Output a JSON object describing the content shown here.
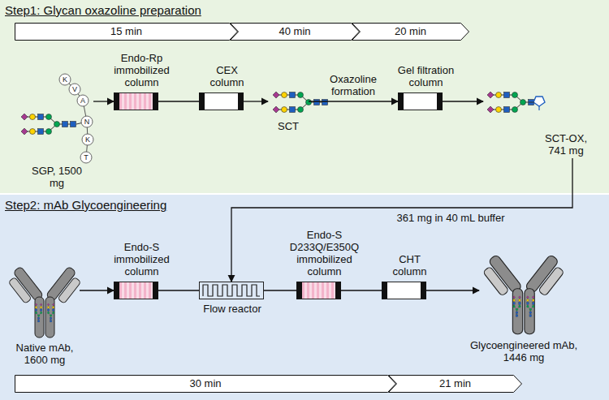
{
  "diagram": {
    "nodes": [
      {
        "text": [
          "Step1: Glycan oxazoline preparation"
        ]
      },
      {
        "text": [
          "15 min"
        ],
        "in": 0
      },
      {
        "text": [
          "40 min"
        ],
        "in": 0
      },
      {
        "text": [
          "20 min"
        ],
        "in": 0
      },
      {
        "text": [
          "SGP, 1500 mg"
        ],
        "in": 0
      },
      {
        "text": [
          "Endo-Rp immobilized column"
        ],
        "in": 0
      },
      {
        "text": [
          "CEX column"
        ],
        "in": 0
      },
      {
        "text": [
          "SCT"
        ],
        "in": 0
      },
      {
        "text": [
          "Gel filtration column"
        ],
        "in": 0
      },
      {
        "text": [
          "SCT-OX, 741 mg"
        ],
        "in": 0
      },
      {
        "text": [
          "Step2: mAb Glycoengineering"
        ]
      },
      {
        "text": [
          "Native mAb, 1600 mg"
        ],
        "in": 10
      },
      {
        "text": [
          "Endo-S immobilized column"
        ],
        "in": 10
      },
      {
        "text": [
          "Flow reactor"
        ],
        "in": 10
      },
      {
        "text": [
          "Endo-S D233Q/E350Q immobilized column"
        ],
        "in": 10
      },
      {
        "text": [
          "CHT column"
        ],
        "in": 10
      },
      {
        "text": [
          "Glycoengineered mAb, 1446 mg"
        ],
        "in": 10
      },
      {
        "text": [
          "30 min"
        ],
        "in": 10
      },
      {
        "text": [
          "21 min"
        ],
        "in": 10
      }
    ],
    "edges": [
      {
        "from": 4,
        "to": 5,
        "arrow": "to"
      },
      {
        "from": 5,
        "to": 6,
        "arrow": "none"
      },
      {
        "from": 6,
        "to": 7,
        "arrow": "to"
      },
      {
        "from": 7,
        "to": 8,
        "label": "Oxazoline formation",
        "arrow": "to"
      },
      {
        "from": 8,
        "to": 9,
        "arrow": "to"
      },
      {
        "from": 9,
        "to": 13,
        "label": "361 mg in 40 mL buffer",
        "arrow": "to"
      },
      {
        "from": 11,
        "to": 12,
        "arrow": "to"
      },
      {
        "from": 12,
        "to": 13,
        "arrow": "none"
      },
      {
        "from": 13,
        "to": 14,
        "arrow": "none"
      },
      {
        "from": 14,
        "to": 15,
        "arrow": "none"
      },
      {
        "from": 15,
        "to": 16,
        "arrow": "to"
      }
    ],
    "labels": [
      "K",
      "V",
      "A",
      "N",
      "K",
      "T"
    ]
  }
}
